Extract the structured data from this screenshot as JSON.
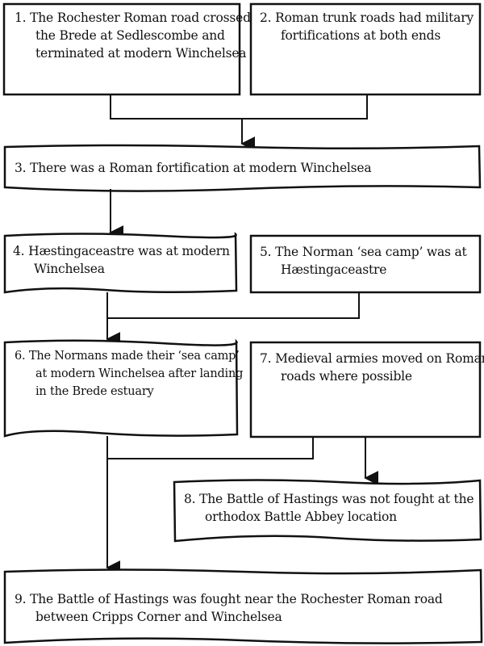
{
  "diagram": {
    "nodes": [
      {
        "id": "n1",
        "number": "1.",
        "text": "The Rochester Roman road crossed the Brede at Sedlescombe and terminated at modern Winchelsea"
      },
      {
        "id": "n2",
        "number": "2.",
        "text": "Roman trunk roads had military fortifications at both ends"
      },
      {
        "id": "n3",
        "number": "3.",
        "text": "There was a Roman fortification at modern Winchelsea"
      },
      {
        "id": "n4",
        "number": "4.",
        "text": "Hæstingaceastre was at modern Winchelsea"
      },
      {
        "id": "n5",
        "number": "5.",
        "text": "The Norman ‘sea camp’ was at Hæstingaceastre"
      },
      {
        "id": "n6",
        "number": "6.",
        "text": "The Normans made their ‘sea camp’ at modern Winchelsea after landing in the Brede estuary"
      },
      {
        "id": "n7",
        "number": "7.",
        "text": "Medieval armies moved on Roman roads where possible"
      },
      {
        "id": "n8",
        "number": "8.",
        "text": "The Battle of Hastings was not fought at the orthodox Battle Abbey location"
      },
      {
        "id": "n9",
        "number": "9.",
        "text": "The Battle of Hastings was fought near the Rochester Roman road between Cripps Corner and Winchelsea"
      }
    ],
    "edges": [
      {
        "from": [
          "n1",
          "n2"
        ],
        "to": "n3"
      },
      {
        "from": [
          "n3"
        ],
        "to": "n4"
      },
      {
        "from": [
          "n4",
          "n5"
        ],
        "to": "n6"
      },
      {
        "from": [
          "n6",
          "n7"
        ],
        "to": "n9"
      },
      {
        "from": [
          "n7"
        ],
        "to": "n8"
      }
    ],
    "colors": {
      "stroke": "#111111",
      "fill": "#ffffff",
      "text": "#111111"
    }
  }
}
